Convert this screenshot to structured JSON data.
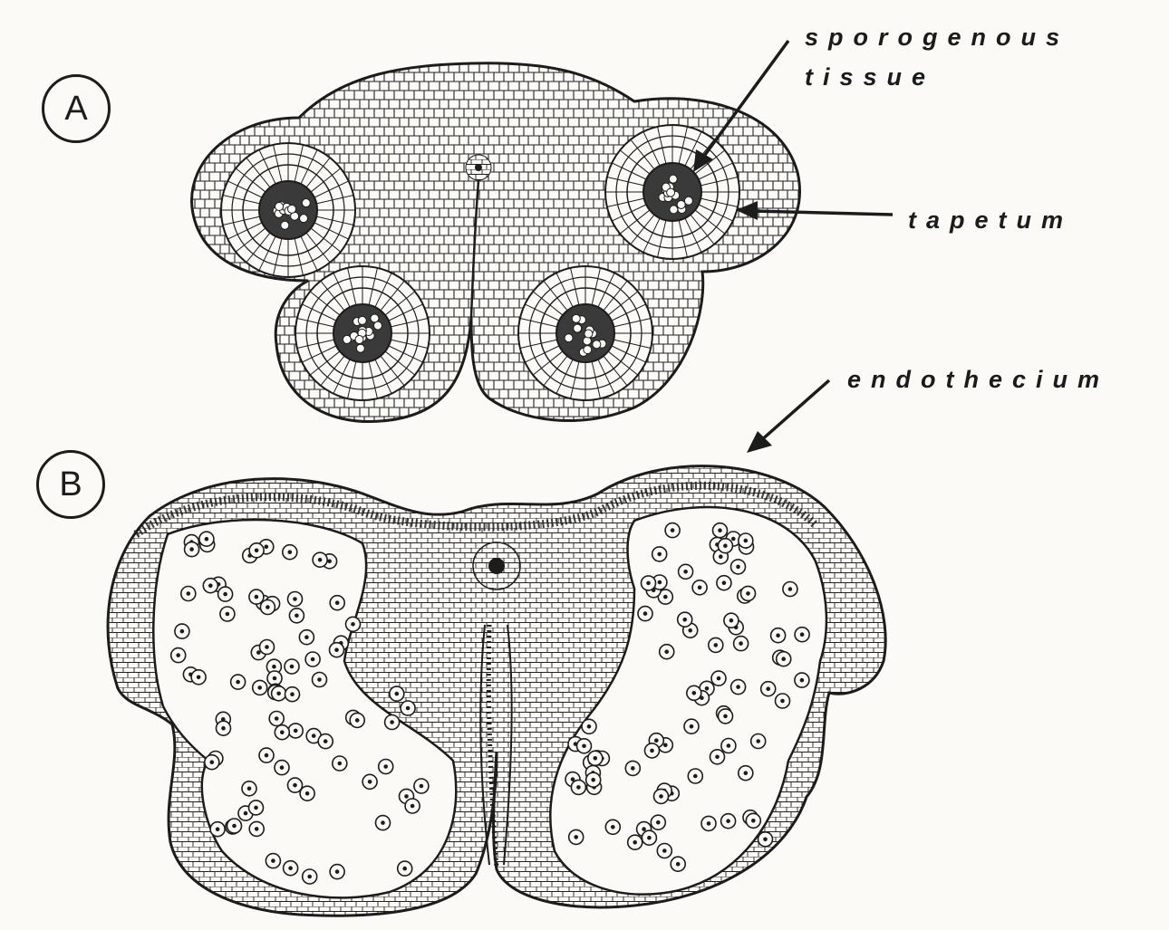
{
  "panels": {
    "a": "A",
    "b": "B"
  },
  "labels": {
    "sporogenous_line1": "sporogenous",
    "sporogenous_line2": "tissue",
    "tapetum": "tapetum",
    "endothecium": "endothecium"
  },
  "colors": {
    "ink": "#1c1c1c",
    "paper": "#fbfaf7"
  }
}
